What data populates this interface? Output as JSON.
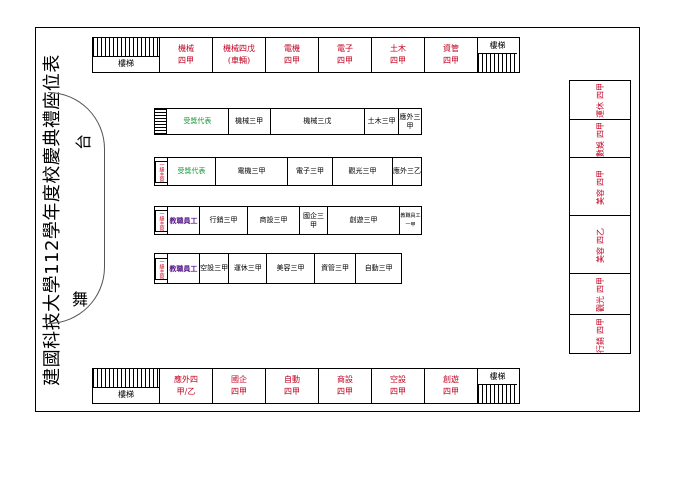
{
  "title": "建國科技大學112學年度校慶典禮座位表",
  "stage": {
    "left_char": "舞",
    "right_char": "台"
  },
  "top_row": {
    "stair_label": "樓梯",
    "stair_label_right": "樓梯",
    "cells": [
      {
        "l1": "機械",
        "l2": "四甲"
      },
      {
        "l1": "機械四戊",
        "l2": "(車輛)"
      },
      {
        "l1": "電機",
        "l2": "四甲"
      },
      {
        "l1": "電子",
        "l2": "四甲"
      },
      {
        "l1": "土木",
        "l2": "四甲"
      },
      {
        "l1": "資管",
        "l2": "四甲"
      }
    ]
  },
  "bottom_row": {
    "stair_label": "樓梯",
    "stair_label_right": "樓梯",
    "cells": [
      {
        "l1": "應外四",
        "l2": "甲/乙"
      },
      {
        "l1": "國企",
        "l2": "四甲"
      },
      {
        "l1": "自動",
        "l2": "四甲"
      },
      {
        "l1": "商設",
        "l2": "四甲"
      },
      {
        "l1": "空設",
        "l2": "四甲"
      },
      {
        "l1": "創遊",
        "l2": "四甲"
      }
    ]
  },
  "seat_rows": {
    "row1": {
      "c1": "受獎代表",
      "c2": "機械三甲",
      "c3": "機械三戊",
      "c4": "土木三甲",
      "c5": "應外三甲"
    },
    "row2": {
      "tag": "一級主管",
      "c1": "受獎代表",
      "c2": "電機三甲",
      "c3": "電子三甲",
      "c4": "觀光三甲",
      "c5": "應外三乙"
    },
    "row3": {
      "tag": "一級主管",
      "c1": "教職員工",
      "c2": "行銷三甲",
      "c3": "商設三甲",
      "c4": "國企三甲",
      "c5": "創遊三甲",
      "tag_right": "教職員工一甲"
    },
    "row4": {
      "tag": "一級主管",
      "c1": "教職員工",
      "c2": "空設三甲",
      "c3": "運休三甲",
      "c4": "美容三甲",
      "c5": "資管三甲",
      "c6": "自動三甲"
    }
  },
  "side_column": [
    {
      "l1": "運休",
      "l2": "四甲"
    },
    {
      "l1": "數娛",
      "l2": "四甲"
    },
    {
      "l1": "美容",
      "l2": "四甲"
    },
    {
      "l1": "美容",
      "l2": "四乙"
    },
    {
      "l1": "觀光",
      "l2": "四甲"
    },
    {
      "l1": "行銷",
      "l2": "四甲"
    }
  ]
}
